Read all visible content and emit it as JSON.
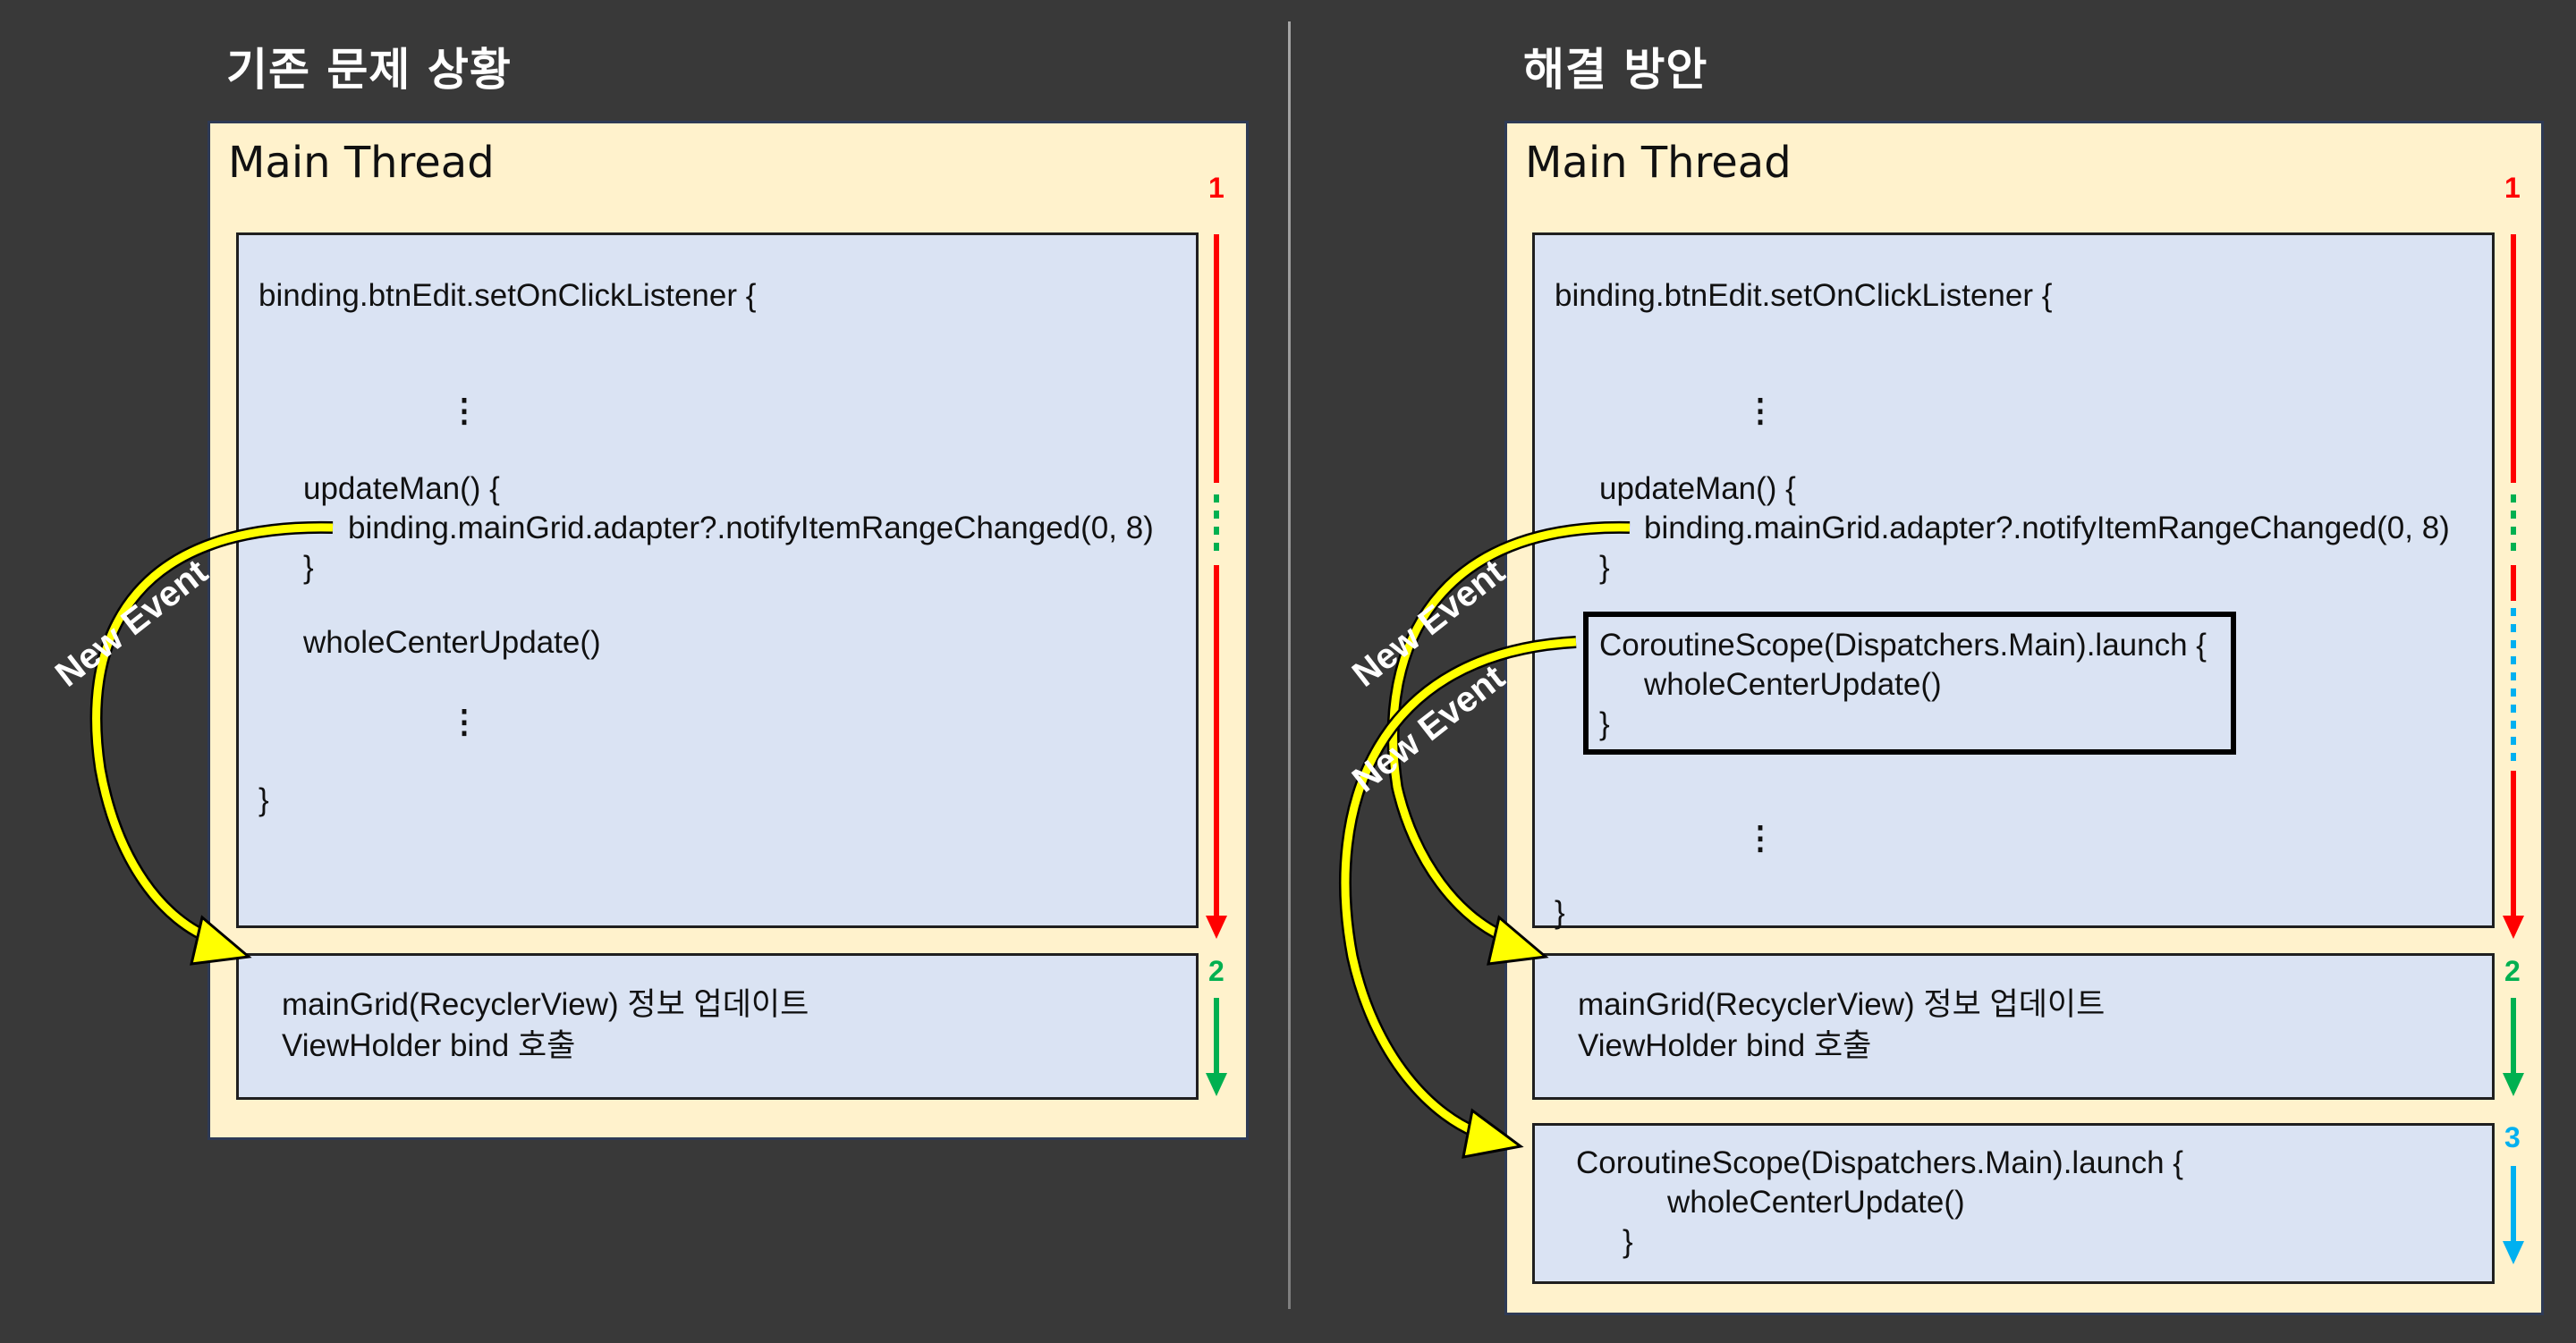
{
  "left": {
    "title": "기존 문제 상황",
    "thread_label": "Main Thread",
    "code": {
      "line1": "binding.btnEdit.setOnClickListener {",
      "dots1": "⋮",
      "line2": "updateMan() {",
      "line3": "binding.mainGrid.adapter?.notifyItemRangeChanged(0, 8)",
      "line4": "}",
      "line5": "wholeCenterUpdate()",
      "dots2": "⋮",
      "line6": "}"
    },
    "step2_box": {
      "line1": "mainGrid(RecyclerView) 정보 업데이트",
      "line2": "ViewHolder bind 호출"
    },
    "steps": [
      "1",
      "2"
    ],
    "event_label": "New Event"
  },
  "right": {
    "title": "해결 방안",
    "thread_label": "Main Thread",
    "code": {
      "line1": "binding.btnEdit.setOnClickListener {",
      "dots1": "⋮",
      "line2": "updateMan() {",
      "line3": "binding.mainGrid.adapter?.notifyItemRangeChanged(0, 8)",
      "line4": "}",
      "coroutine_line1": "CoroutineScope(Dispatchers.Main).launch {",
      "coroutine_line2": "wholeCenterUpdate()",
      "coroutine_line3": "}",
      "dots2": "⋮",
      "line6": "}"
    },
    "step2_box": {
      "line1": "mainGrid(RecyclerView) 정보 업데이트",
      "line2": "ViewHolder bind 호출"
    },
    "step3_box": {
      "line1": "CoroutineScope(Dispatchers.Main).launch {",
      "line2": "wholeCenterUpdate()",
      "line3": "}"
    },
    "steps": [
      "1",
      "2",
      "3"
    ],
    "event_labels": [
      "New Event",
      "New Event"
    ]
  },
  "colors": {
    "background": "#393939",
    "panel": "#fff2cc",
    "code_box": "#dae3f3",
    "arrow_red": "#ff0000",
    "arrow_green": "#00b050",
    "arrow_blue": "#00b0f0",
    "event_arrow": "#ffff00"
  }
}
